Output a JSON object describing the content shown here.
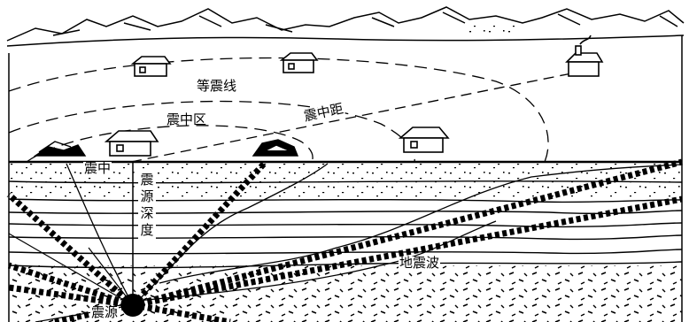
{
  "labels": {
    "isoseismal_line": "等震线",
    "epicentral_area": "震中区",
    "epicentral_distance": "震中距",
    "epicenter": "震中",
    "focal_depth": "震源深度",
    "seismic_wave": "地震波",
    "focus": "震源"
  },
  "colors": {
    "ink": "#000000",
    "paper": "#ffffff"
  }
}
